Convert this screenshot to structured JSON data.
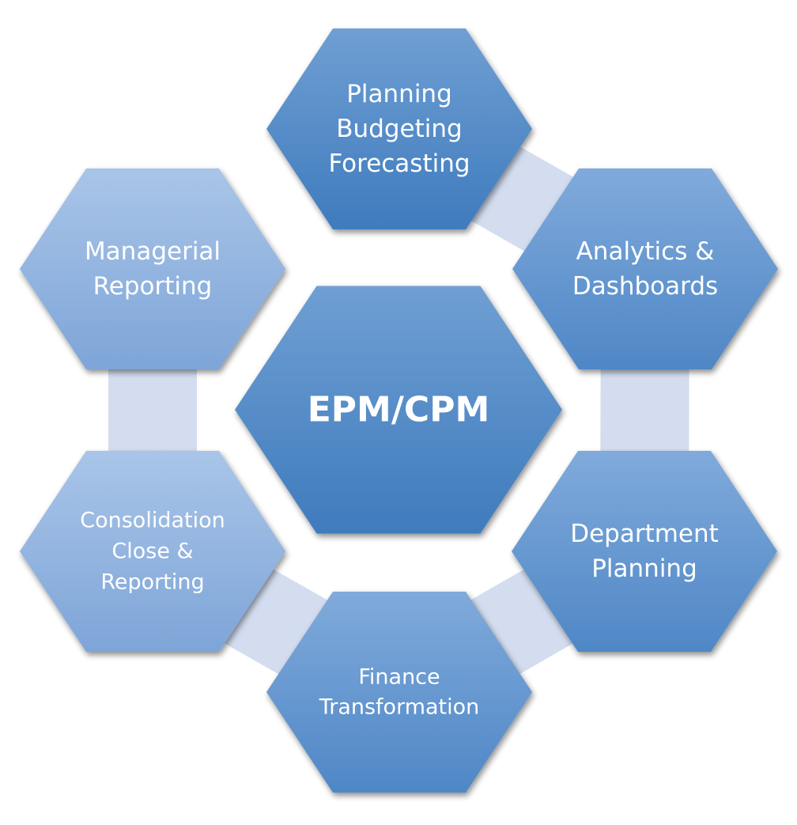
{
  "diagram": {
    "center": {
      "id": "center",
      "lines": [
        "EPM/CPM"
      ],
      "bold": true
    },
    "nodes": [
      {
        "id": "planning",
        "lines": [
          "Planning",
          "Budgeting",
          "Forecasting"
        ]
      },
      {
        "id": "analytics",
        "lines": [
          "Analytics &",
          "Dashboards"
        ]
      },
      {
        "id": "department",
        "lines": [
          "Department",
          "Planning"
        ]
      },
      {
        "id": "finance",
        "lines": [
          "Finance",
          "Transformation"
        ]
      },
      {
        "id": "consolidation",
        "lines": [
          "Consolidation",
          "Close  &",
          "Reporting"
        ]
      },
      {
        "id": "managerial",
        "lines": [
          "Managerial",
          "Reporting"
        ]
      }
    ],
    "connectors": [
      [
        "planning",
        "analytics"
      ],
      [
        "analytics",
        "department"
      ],
      [
        "department",
        "finance"
      ],
      [
        "finance",
        "consolidation"
      ],
      [
        "consolidation",
        "managerial"
      ]
    ],
    "colors": {
      "dark_top": "#6f9fd3",
      "dark_bottom": "#3f7bbd",
      "mid_top": "#80aadb",
      "mid_bottom": "#4f87c6",
      "light_top": "#a9c5e8",
      "light_bottom": "#7ea5d8",
      "connector": "#d3ddef",
      "shadow": "#8a9ab0",
      "text": "#ffffff"
    }
  }
}
